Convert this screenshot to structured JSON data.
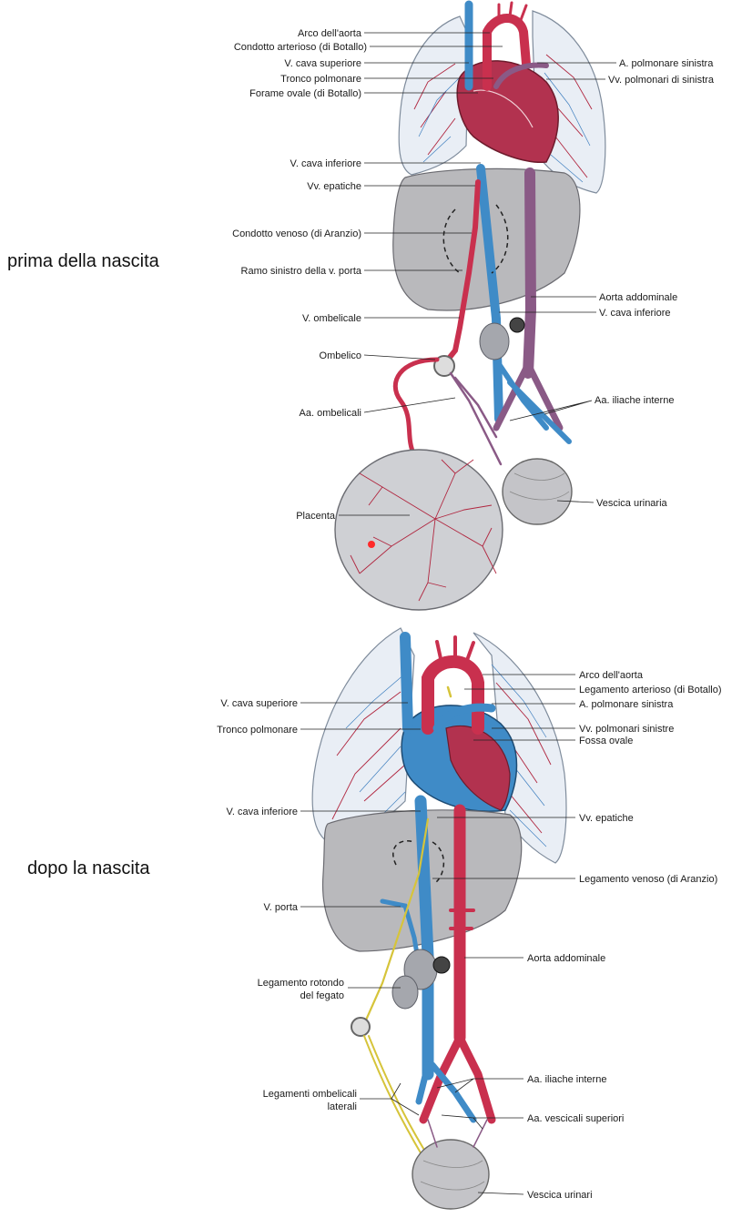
{
  "before": {
    "side_label": "prima della nascita",
    "labels": {
      "arco_aorta": "Arco dell'aorta",
      "condotto_arterioso": "Condotto arterioso (di Botallo)",
      "v_cava_superiore": "V. cava superiore",
      "tronco_polmonare": "Tronco polmonare",
      "forame_ovale": "Forame ovale (di Botallo)",
      "v_cava_inferiore": "V. cava inferiore",
      "vv_epatiche": "Vv. epatiche",
      "condotto_venoso": "Condotto venoso (di Aranzio)",
      "ramo_sinistro_porta": "Ramo sinistro della v. porta",
      "v_ombelicale": "V. ombelicale",
      "ombelico": "Ombelico",
      "aa_ombelicali": "Aa. ombelicali",
      "placenta": "Placenta",
      "a_polmonare_sinistra": "A. polmonare sinistra",
      "vv_polmonari_sinistra": "Vv. polmonari di sinistra",
      "aorta_addominale": "Aorta addominale",
      "v_cava_inferiore_r": "V. cava inferiore",
      "aa_iliache_interne": "Aa. iliache interne",
      "vescica_urinaria": "Vescica urinaria"
    }
  },
  "after": {
    "side_label": "dopo la nascita",
    "labels": {
      "v_cava_superiore": "V. cava superiore",
      "tronco_polmonare": "Tronco polmonare",
      "v_cava_inferiore": "V. cava inferiore",
      "v_porta": "V. porta",
      "legamento_rotondo_1": "Legamento rotondo",
      "legamento_rotondo_2": "del fegato",
      "legamenti_ombelicali_1": "Legamenti ombelicali",
      "legamenti_ombelicali_2": "laterali",
      "arco_aorta": "Arco dell'aorta",
      "legamento_arterioso": "Legamento arterioso (di Botallo)",
      "a_polmonare_sinistra": "A. polmonare sinistra",
      "vv_polmonari_sinistre": "Vv. polmonari sinistre",
      "fossa_ovale": "Fossa ovale",
      "vv_epatiche": "Vv. epatiche",
      "legamento_venoso": "Legamento venoso (di Aranzio)",
      "aorta_addominale": "Aorta addominale",
      "aa_iliache_interne": "Aa. iliache interne",
      "aa_vescicali_superiori": "Aa. vescicali superiori",
      "vescica_urinari": "Vescica urinari"
    }
  },
  "colors": {
    "vein": "#3f8bc7",
    "artery": "#c9304e",
    "mixed": "#8a5a86",
    "ligament": "#d6c43a",
    "organ": "#b9b9bc",
    "lung": "#e9eef5"
  }
}
